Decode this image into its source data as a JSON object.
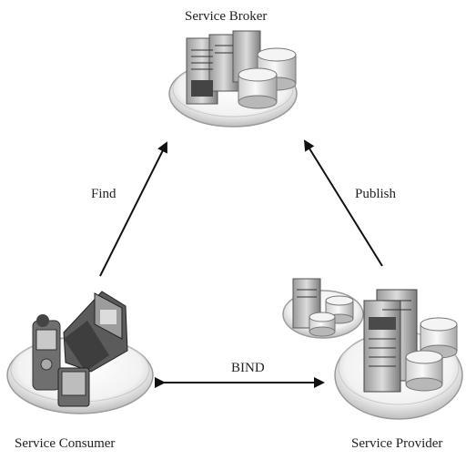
{
  "nodes": {
    "broker": {
      "label": "Service Broker"
    },
    "consumer": {
      "label": "Service Consumer"
    },
    "provider": {
      "label": "Service Provider"
    }
  },
  "edges": {
    "find": {
      "label": "Find"
    },
    "publish": {
      "label": "Publish"
    },
    "bind": {
      "label": "BIND"
    }
  }
}
